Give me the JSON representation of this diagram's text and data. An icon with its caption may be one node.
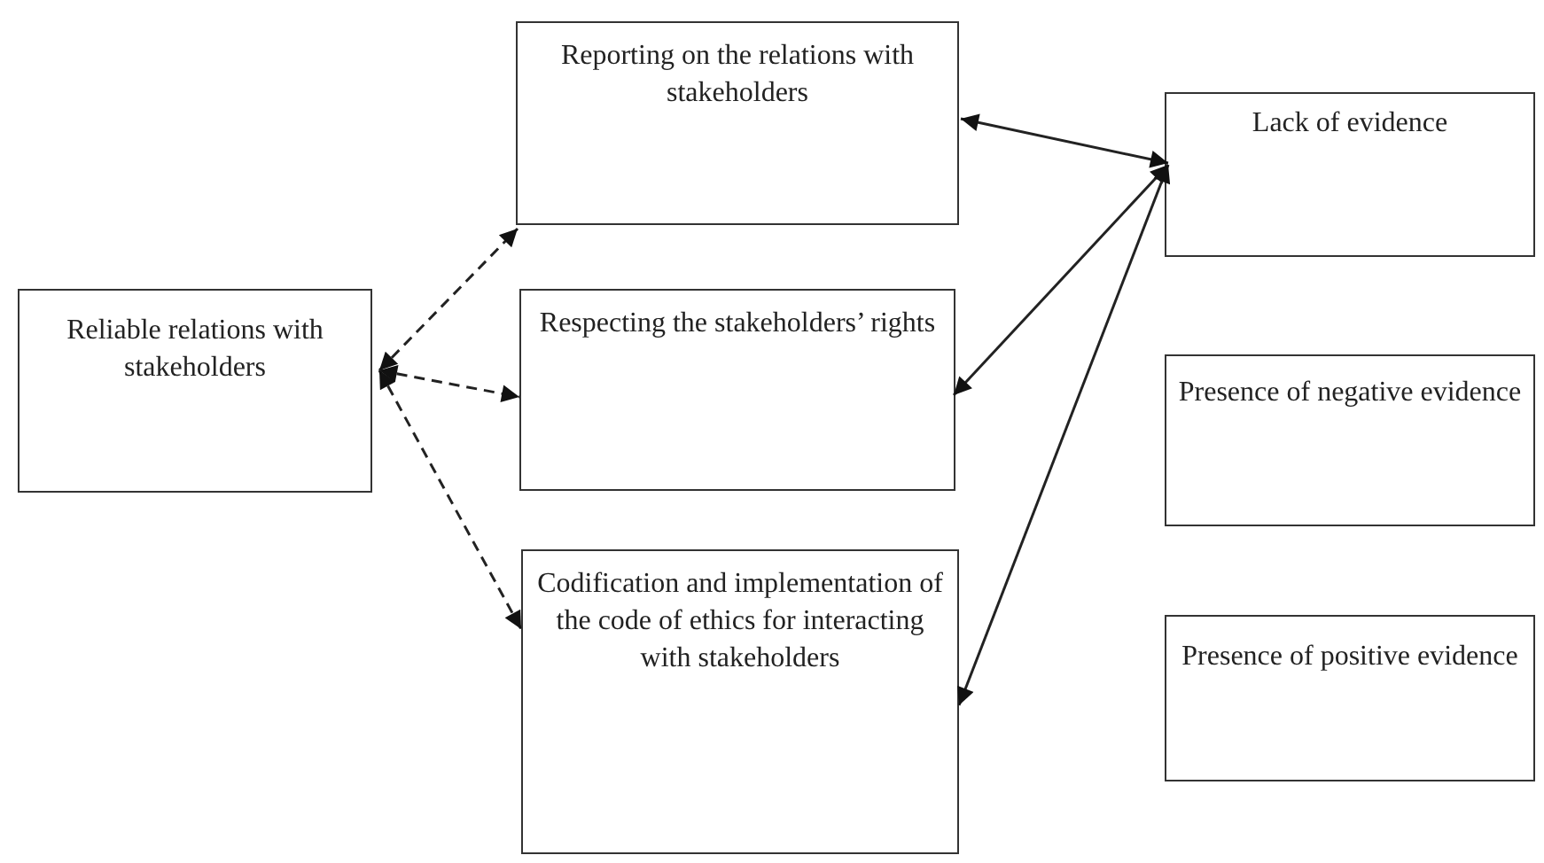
{
  "diagram": {
    "nodes": [
      {
        "text": [
          "Reliable relations with stakeholders"
        ]
      },
      {
        "text": [
          "Reporting on the relations with stakeholders"
        ]
      },
      {
        "text": [
          "Respecting the stakeholders’ rights"
        ]
      },
      {
        "text": [
          "Codification and implementation of the code of ethics for interacting with stakeholders"
        ]
      },
      {
        "text": [
          "Lack of evidence"
        ]
      },
      {
        "text": [
          "Presence of negative evidence"
        ]
      },
      {
        "text": [
          "Presence of positive evidence"
        ]
      }
    ],
    "edges": [
      {
        "from": 0,
        "to": 1,
        "arrow": "both",
        "style": "dashed"
      },
      {
        "from": 0,
        "to": 2,
        "arrow": "both",
        "style": "dashed"
      },
      {
        "from": 0,
        "to": 3,
        "arrow": "both",
        "style": "dashed"
      },
      {
        "from": 1,
        "to": 4,
        "arrow": "both"
      },
      {
        "from": 4,
        "to": 2,
        "arrow": "both"
      },
      {
        "from": 4,
        "to": 3,
        "arrow": "both"
      }
    ]
  }
}
